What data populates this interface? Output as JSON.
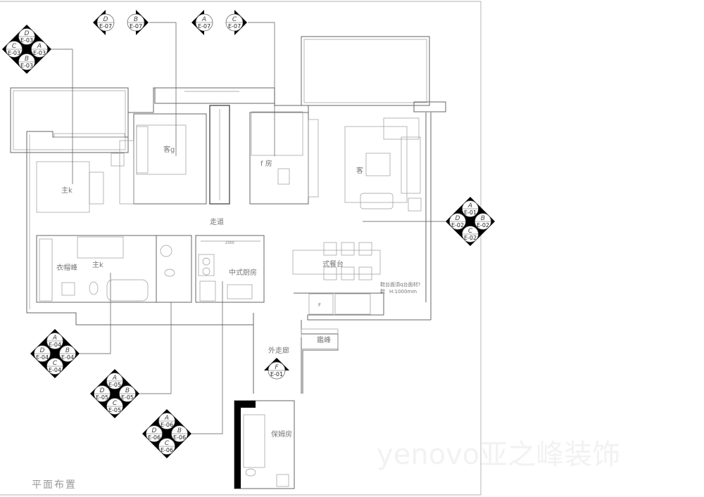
{
  "drawing_title": "平面布置",
  "watermark": "yenovo亚之峰装饰",
  "rooms": {
    "guest_room": "客g",
    "f_room": "f 房",
    "master_bedroom": "主k",
    "master_bath": "主k",
    "walk_in_closet": "衣帽峰",
    "living_room": "客",
    "corridor": "走道",
    "chinese_kitchen": "中式厨房",
    "dining": "式餐台",
    "outer_corridor": "外走廊",
    "storage": "鑑峰",
    "maid_room": "保姆房"
  },
  "annotations": {
    "counter_note": "鞋台面須q台面材?",
    "counter_note_prefix": "鞋",
    "counter_height": "H:1000mm",
    "kitchen_dimension": "2350",
    "fridge": "F"
  },
  "markers": {
    "e03": {
      "top": [
        "D",
        "E-03"
      ],
      "right": [
        "A",
        "E-03"
      ],
      "bottom": [
        "B",
        "E-03"
      ],
      "left": [
        "C",
        "E-03"
      ]
    },
    "e01": {
      "top": [
        "A",
        "E-01"
      ],
      "left": [
        "D",
        "E-02"
      ],
      "bottom": [
        "C",
        "E-02"
      ],
      "right": [
        "B",
        "E-02"
      ]
    },
    "e04": {
      "top": [
        "A",
        "E-04"
      ],
      "right": [
        "B",
        "E-04"
      ],
      "bottom": [
        "C",
        "E-04"
      ],
      "left": [
        "D",
        "E-04"
      ]
    },
    "e05": {
      "top": [
        "A",
        "E-05"
      ],
      "right": [
        "B",
        "E-05"
      ],
      "bottom": [
        "C",
        "E-05"
      ],
      "left": [
        "D",
        "E-05"
      ]
    },
    "e06": {
      "top": [
        "A",
        "E-06"
      ],
      "right": [
        "B",
        "E-06"
      ],
      "bottom": [
        "C",
        "E-06"
      ],
      "left": [
        "D",
        "E-06"
      ]
    },
    "s1": [
      "D",
      "E-07"
    ],
    "s2": [
      "B",
      "E-07"
    ],
    "s3": [
      "A",
      "E-07"
    ],
    "s4": [
      "C",
      "E-07"
    ],
    "s5": [
      "F",
      "E-01"
    ]
  }
}
